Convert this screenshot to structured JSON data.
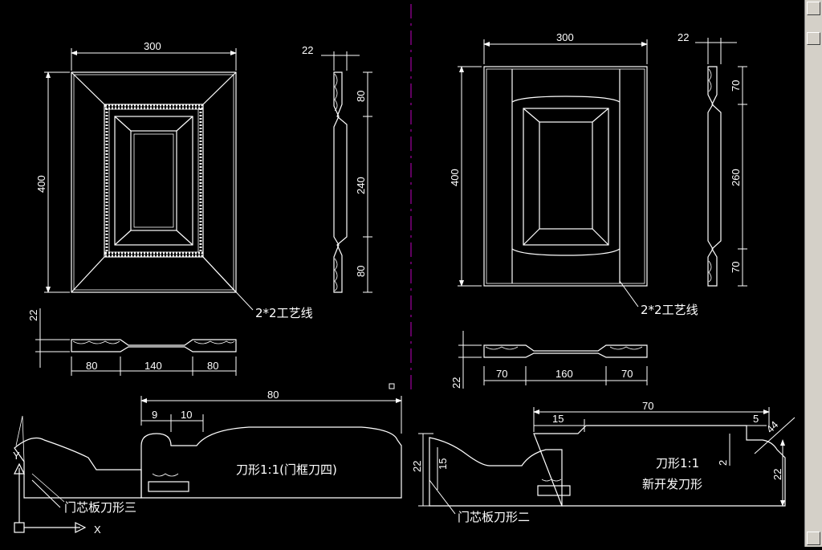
{
  "left_panel": {
    "dims": {
      "width": "300",
      "height": "400",
      "thickness": "22",
      "edge_top": "80",
      "middle": "240",
      "edge_bottom": "80",
      "section_height": "22",
      "left_w": "80",
      "center_w": "140",
      "right_w": "80"
    },
    "callout": "2*2工艺线"
  },
  "right_panel": {
    "dims": {
      "width": "300",
      "height": "400",
      "thickness": "22",
      "edge_top": "70",
      "middle": "260",
      "edge_bottom": "70",
      "section_height": "22",
      "left_w": "70",
      "center_w": "160",
      "right_w": "70"
    },
    "callout": "2*2工艺线"
  },
  "profile_frame": {
    "overall": "80",
    "seg1": "9",
    "seg2": "10",
    "title": "刀形1:1(门框刀四)"
  },
  "profile_core_three": {
    "label": "门芯板刀形三"
  },
  "profile_core_two": {
    "label": "门芯板刀形二",
    "h1": "22",
    "h2": "15"
  },
  "profile_new": {
    "overall": "70",
    "seg": "15",
    "seg_right": "5",
    "gap": "2",
    "height": "22",
    "angle": "44",
    "title_1": "刀形1:1",
    "title_2": "新开发刀形"
  },
  "ucs": {
    "x_label": "X",
    "y_label": "Y"
  },
  "colors": {
    "background": "#000000",
    "lines": "#ffffff",
    "centerline": "#c000c0"
  }
}
